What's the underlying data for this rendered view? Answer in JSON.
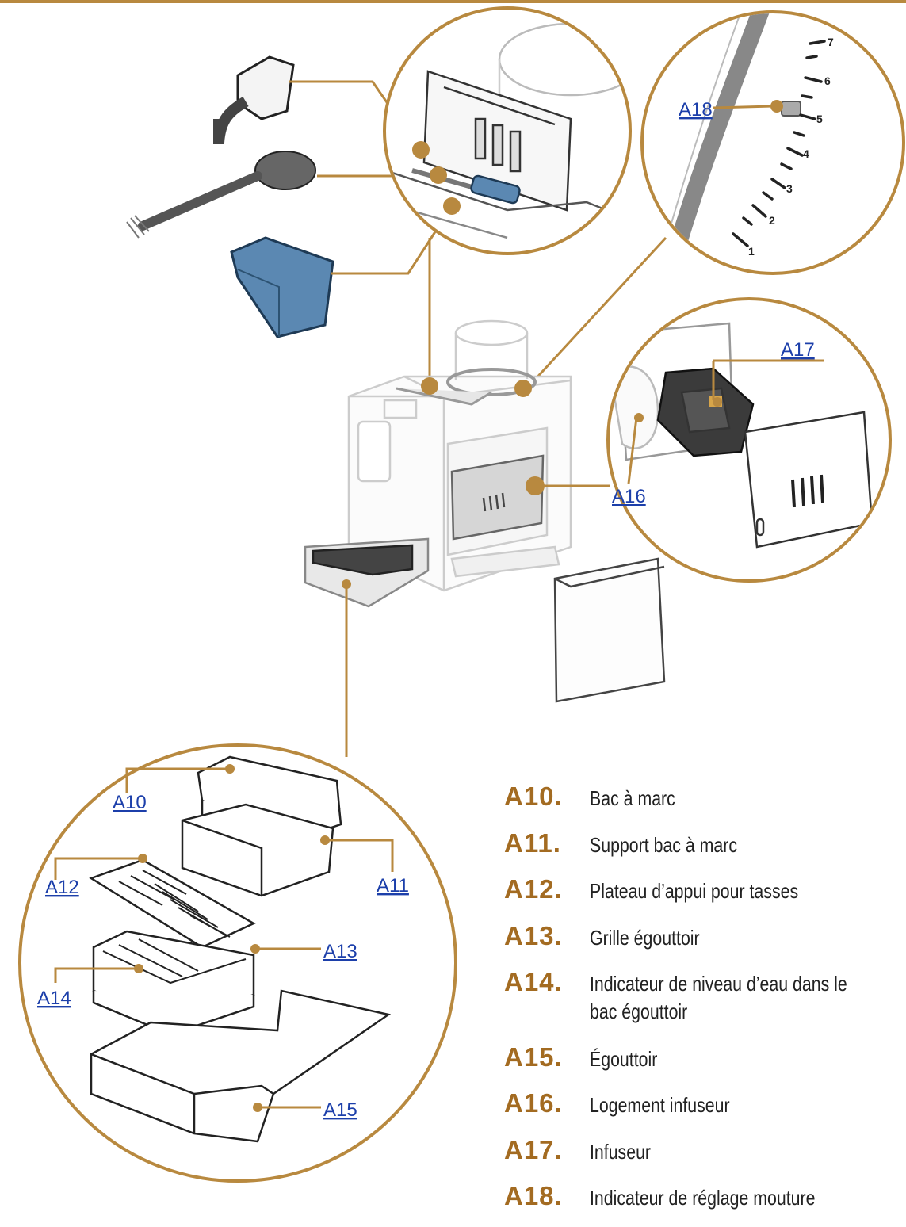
{
  "colors": {
    "accent": "#b8893f",
    "code": "#a36b21",
    "link": "#1c3faa",
    "part_blue": "#5b88b2"
  },
  "callouts": {
    "a10": "A10",
    "a11": "A11",
    "a12": "A12",
    "a13": "A13",
    "a14": "A14",
    "a15": "A15",
    "a16": "A16",
    "a17": "A17",
    "a18": "A18"
  },
  "grind_scale": [
    "1",
    "2",
    "3",
    "4",
    "5",
    "6",
    "7"
  ],
  "legend": [
    {
      "code": "A10.",
      "text": "Bac à marc"
    },
    {
      "code": "A11.",
      "text": "Support bac à marc"
    },
    {
      "code": "A12.",
      "text": "Plateau d’appui pour tasses"
    },
    {
      "code": "A13.",
      "text": "Grille égouttoir"
    },
    {
      "code": "A14.",
      "text": "Indicateur de niveau d’eau dans le bac égouttoir"
    },
    {
      "code": "A15.",
      "text": "Égouttoir"
    },
    {
      "code": "A16.",
      "text": "Logement infuseur"
    },
    {
      "code": "A17.",
      "text": "Infuseur"
    },
    {
      "code": "A18.",
      "text": "Indicateur de réglage mouture"
    }
  ]
}
